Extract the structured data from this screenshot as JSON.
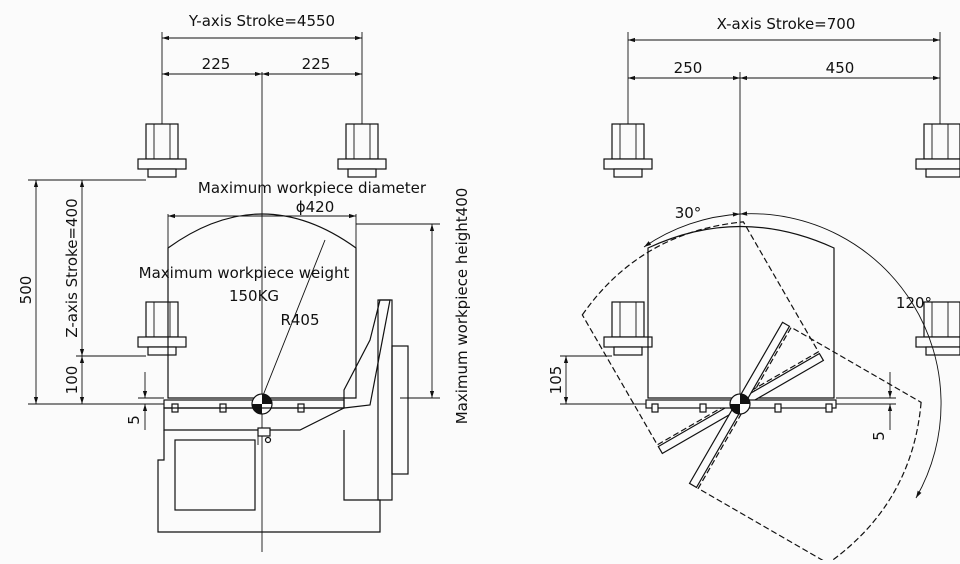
{
  "left_view": {
    "y_stroke": "Y-axis Stroke=4550",
    "dim_225_left": "225",
    "dim_225_right": "225",
    "max_diameter_label": "Maximum workpiece diameter",
    "diameter_value": "ϕ420",
    "weight_label": "Maximum workpiece weight",
    "weight_value": "150KG",
    "radius_label": "R405",
    "height_label": "Maximum workpiece height400",
    "z_stroke": "Z-axis Stroke=400",
    "dim_500": "500",
    "dim_100": "100",
    "dim_5": "5"
  },
  "right_view": {
    "x_stroke": "X-axis Stroke=700",
    "dim_250": "250",
    "dim_450": "450",
    "angle_30": "30°",
    "angle_120": "120°",
    "dim_105": "105",
    "dim_5": "5"
  }
}
